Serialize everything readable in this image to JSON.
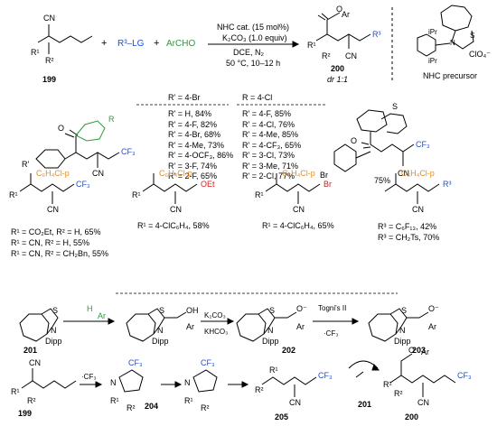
{
  "reaction": {
    "compound_199": "199",
    "plus1": "+",
    "r3lg": "R³–LG",
    "plus2": "+",
    "archo": "ArCHO",
    "conditions_line1": "NHC cat. (15 mol%)",
    "conditions_line2": "K₂CO₃ (1.0 equiv)",
    "conditions_line3": "DCE, N₂",
    "conditions_line4": "50 °C, 10–12 h",
    "product_number": "200",
    "dr": "dr 1:1",
    "labels": {
      "cn": "CN",
      "r1": "R¹",
      "r2": "R²",
      "r3": "R³",
      "ar": "Ar",
      "o": "O",
      "cf3": "CF₃",
      "cf3_short": "CF₃"
    }
  },
  "precursor": {
    "label": "NHC precursor",
    "ipr_top": "iPr",
    "ipr_bottom": "iPr",
    "counterion": "ClO₄⁻",
    "s": "S",
    "n": "N",
    "plus": "+"
  },
  "scope": {
    "br_header": "R' = 4-Br",
    "br_items": [
      "R' = H, 84%",
      "R' = 4-F, 82%",
      "R' = 4-Br, 68%",
      "R' = 4-Me, 73%",
      "R' = 4-OCF₃, 86%",
      "R' = 3-F, 74%",
      "R' = 2-F, 65%"
    ],
    "cl_header": "R = 4-Cl",
    "cl_items": [
      "R' = 4-F, 85%",
      "R' = 4-Cl, 76%",
      "R' = 4-Me, 85%",
      "R' = 4-CF₃, 65%",
      "R' = 3-Cl, 73%",
      "R' = 3-Me, 71%",
      "R' = 2-Cl, 77%"
    ],
    "r_label": "R",
    "rprime_label": "R'",
    "thiophene_yield": "75%",
    "br_label": "Br"
  },
  "examples": [
    {
      "top": "C₆H₄Cl-p",
      "lines": [
        "R¹ = CO₂Et, R² = H, 65%",
        "R¹ = CN, R² = H, 55%",
        "R¹ = CN, R² = CH₂Bn, 55%"
      ]
    },
    {
      "top": "C₆H₄Cl-p",
      "lines": [
        "R¹ = 4-ClC₆H₄, 58%"
      ],
      "extra": "OEt"
    },
    {
      "top": "C₆H₄Cl-p",
      "lines": [
        "R¹ = 4-ClC₆H₄, 65%"
      ]
    },
    {
      "top": "C₆H₄Cl-p",
      "lines": [
        "R³ = C₆F₁₃, 42%",
        "R³ = CH₂Ts, 70%"
      ]
    }
  ],
  "mechanism": {
    "c201": "201",
    "c202": "202",
    "c203": "203",
    "c204": "204",
    "c205": "205",
    "c201b": "201",
    "c200": "200",
    "c199": "199",
    "dipp": "Dipp",
    "k2co3": "K₂CO₃",
    "khco3": "KHCO₃",
    "togni": "Togni's II",
    "cf3rad": "·CF₃",
    "cf3rad2": "·CF₃",
    "oh": "OH",
    "ominus": "O⁻",
    "h": "H",
    "ar": "Ar"
  }
}
